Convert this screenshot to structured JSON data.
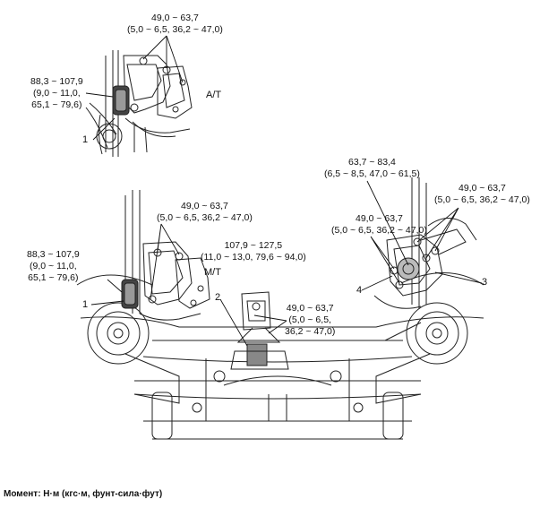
{
  "labels": {
    "top_bolts": "49,0 ~ 63,7\n(5,0 ~ 6,5, 36,2 ~ 47,0)",
    "top_left": "88,3 ~ 107,9\n(9,0 ~ 11,0,\n65,1 ~ 79,6)",
    "top_at": "A/T",
    "top_num1": "1",
    "mid_left_bolts": "49,0 ~ 63,7\n(5,0 ~ 6,5, 36,2 ~ 47,0)",
    "mid_left": "88,3 ~ 107,9\n(9,0 ~ 11,0,\n65,1 ~ 79,6)",
    "mid_num1": "1",
    "center_torque": "107,9 ~ 127,5\n(11,0 ~ 13,0, 79,6 ~ 94,0)",
    "mt": "M/T",
    "num2": "2",
    "center_bolts": "49,0 ~ 63,7\n(5,0 ~ 6,5,\n36,2 ~ 47,0)",
    "right_center": "63,7 ~ 83,4\n(6,5 ~ 8,5, 47,0 ~ 61,5)",
    "right_mid": "49,0 ~ 63,7\n(5,0 ~ 6,5, 36,2 ~ 47,0)",
    "right_far": "49,0 ~ 63,7\n(5,0 ~ 6,5, 36,2 ~ 47,0)",
    "num3": "3",
    "num4": "4"
  },
  "footer": "Момент: Н·м (кгс·м, фунт-сила·фут)"
}
